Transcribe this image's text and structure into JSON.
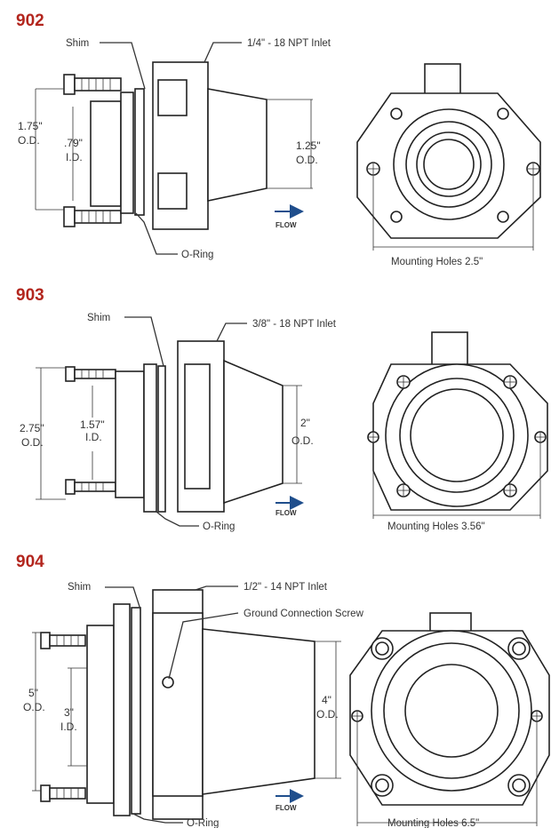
{
  "colors": {
    "model_title": "#b3261e",
    "flow_arrow": "#1f4e8c",
    "line": "#333333"
  },
  "sections": [
    {
      "model": "902",
      "shim": "Shim",
      "inlet": "1/4\" - 18 NPT Inlet",
      "od_value": "1.75\"",
      "od_label": "O.D.",
      "id_value": ".79\"",
      "id_label": "I.D.",
      "outlet_value": "1.25\"",
      "outlet_label": "O.D.",
      "flow": "FLOW",
      "oring": "O-Ring",
      "mounting": "Mounting Holes 2.5\""
    },
    {
      "model": "903",
      "shim": "Shim",
      "inlet": "3/8\" - 18 NPT Inlet",
      "od_value": "2.75\"",
      "od_label": "O.D.",
      "id_value": "1.57\"",
      "id_label": "I.D.",
      "outlet_value": "2\"",
      "outlet_label": "O.D.",
      "flow": "FLOW",
      "oring": "O-Ring",
      "mounting": "Mounting Holes 3.56\""
    },
    {
      "model": "904",
      "shim": "Shim",
      "inlet": "1/2\" - 14 NPT Inlet",
      "ground": "Ground Connection Screw",
      "od_value": "5\"",
      "od_label": "O.D.",
      "id_value": "3\"",
      "id_label": "I.D.",
      "outlet_value": "4\"",
      "outlet_label": "O.D.",
      "flow": "FLOW",
      "oring": "O-Ring",
      "mounting": "Mounting Holes 6.5\""
    }
  ]
}
